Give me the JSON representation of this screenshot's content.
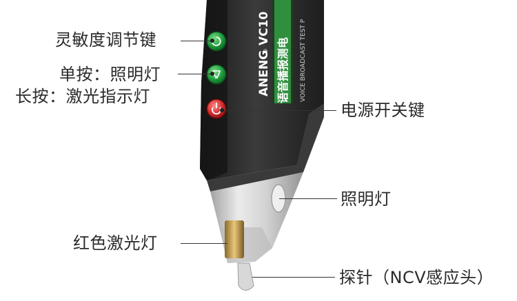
{
  "product": {
    "brand": "ANENG",
    "model": "VC10",
    "feature_cn": "语音播报测电",
    "feature_en": "VOICE BROADCAST TEST P"
  },
  "callouts": {
    "sensitivity_button": "灵敏度调节键",
    "light_button_short": "单按：照明灯",
    "light_button_long": "长按：激光指示灯",
    "power_button": "电源开关键",
    "flashlight": "照明灯",
    "red_laser": "红色激光灯",
    "probe": "探针（NCV感应头）"
  },
  "colors": {
    "body": "#2b2b2b",
    "green_button": "#1f9a3c",
    "red_button": "#d42a2a",
    "label_green": "#3aa34a"
  }
}
